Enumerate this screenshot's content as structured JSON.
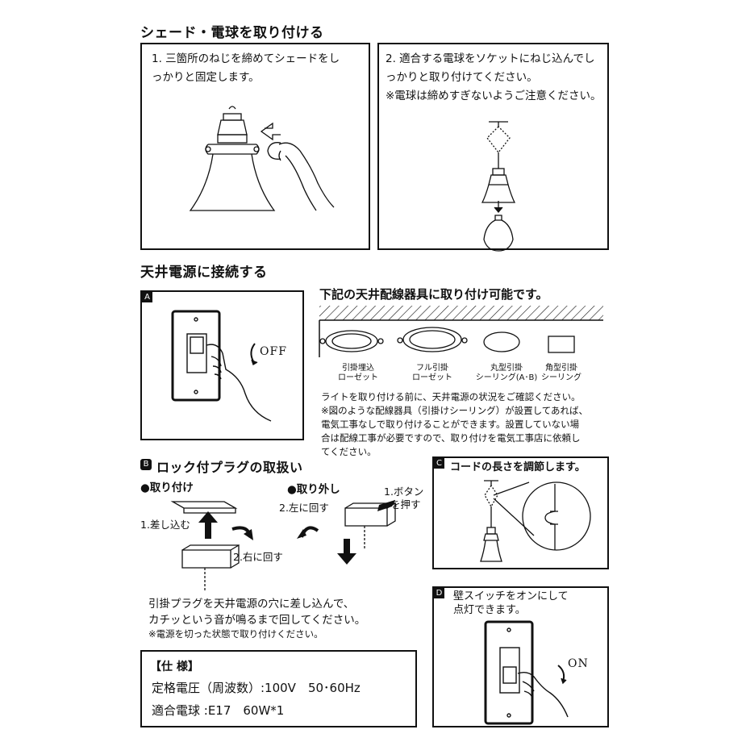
{
  "shade_section": {
    "title": "シェード・電球を取り付ける",
    "step1": [
      "1. 三箇所のねじを締めてシェードをし",
      "っかりと固定します。"
    ],
    "step2": [
      "2. 適合する電球をソケットにねじ込んでし",
      "っかりと取り付けてください。",
      "※電球は締めすぎないようご注意ください。"
    ]
  },
  "ceiling_section": {
    "title": "天井電源に接続する",
    "panel_a": {
      "tag": "A",
      "off_label": "OFF"
    },
    "fixtures_title": "下記の天井配線器具に取り付け可能です。",
    "fixtures": [
      {
        "line1": "引掛埋込",
        "line2": "ローゼット"
      },
      {
        "line1": "フル引掛",
        "line2": "ローゼット"
      },
      {
        "line1": "丸型引掛",
        "line2": "シーリング(A･B)"
      },
      {
        "line1": "角型引掛",
        "line2": "シーリング"
      }
    ],
    "notes": [
      "ライトを取り付ける前に、天井電源の状況をご確認ください。",
      "※図のような配線器具（引掛けシーリング）が設置してあれば、",
      "電気工事なしで取り付けることができます。設置していない場",
      "合は配線工事が必要ですので、取り付けを電気工事店に依頼し",
      "てください。"
    ]
  },
  "lock_section": {
    "tag": "B",
    "title": "ロック付プラグの取扱い",
    "attach_label": "●取り付け",
    "remove_label": "●取り外し",
    "step_insert": "1.差し込む",
    "step_turn_right": "2.右に回す",
    "step_turn_left": "2.左に回す",
    "step_press": [
      "1.ボタン",
      "を押す"
    ],
    "body": [
      "引掛プラグを天井電源の穴に差し込んで、",
      "カチッという音が鳴るまで回してください。"
    ],
    "note": "※電源を切った状態で取り付けください。"
  },
  "cord_section": {
    "tag": "C",
    "title": "コードの長さを調節します。"
  },
  "switch_section": {
    "tag": "D",
    "text": [
      "壁スイッチをオンにして",
      "点灯できます。"
    ],
    "on_label": "ON"
  },
  "spec": {
    "title": "【仕 様】",
    "voltage": "定格電圧（周波数）:100V　50･60Hz",
    "bulb": "適合電球 :E17　60W*1"
  }
}
